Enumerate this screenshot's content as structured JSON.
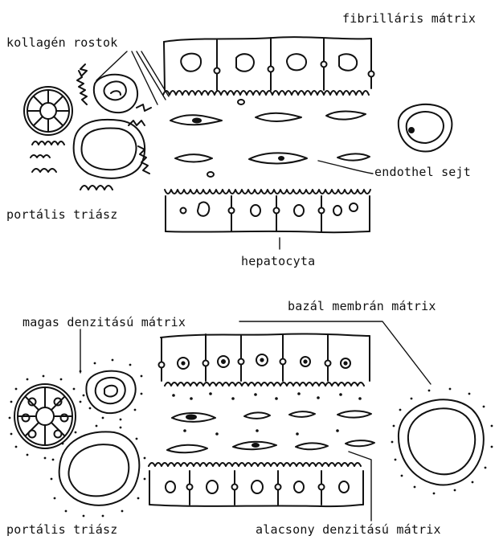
{
  "labels": {
    "fibrillaris_matrix": "fibrilláris mátrix",
    "kollagen_rostok": "kollagén rostok",
    "endothel_sejt": "endothel sejt",
    "portalis_triasz_top": "portális triász",
    "hepatocyta": "hepatocyta",
    "bazal_membran_matrix": "bazál membrán mátrix",
    "magas_denzitasu_matrix": "magas denzitású mátrix",
    "portalis_triasz_bottom": "portális triász",
    "alacsony_denzitasu_matrix": "alacsony denzitású mátrix"
  },
  "colors": {
    "ink": "#111111",
    "paper": "#ffffff"
  }
}
